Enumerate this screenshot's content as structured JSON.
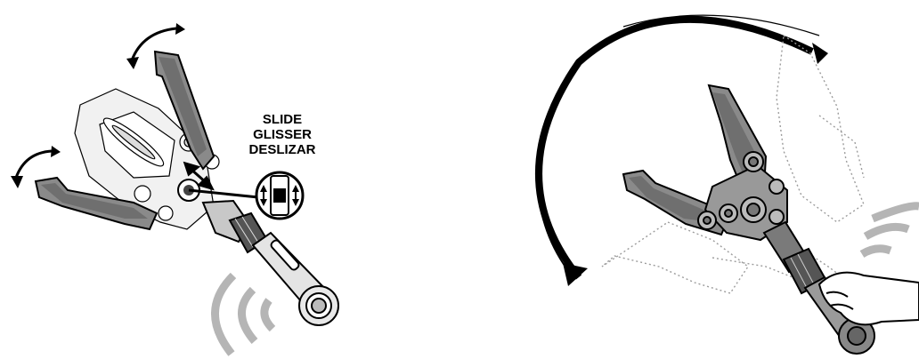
{
  "callout": {
    "lines": [
      "SLIDE",
      "GLISSER",
      "DESLIZAR"
    ]
  },
  "colors": {
    "claw_dark": "#6f6f6f",
    "claw_mid": "#9a9a9a",
    "claw_light": "#c8c8c8",
    "outline": "#000000",
    "sound_waves": "#b5b5b5",
    "ghost": "#9c9c9c"
  },
  "icons": [
    "rotate-arrow-icon",
    "slide-switch-icon",
    "sound-wave-icon",
    "rotation-arc-arrow-icon",
    "hand-icon"
  ]
}
